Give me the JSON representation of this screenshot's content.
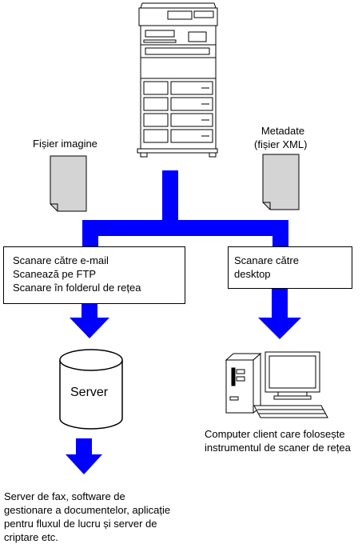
{
  "labels": {
    "image_file": "Fișier imagine",
    "metadata_line1": "Metadate",
    "metadata_line2": "(fișier XML)"
  },
  "left_box": {
    "lines": [
      "Scanare către e-mail",
      "Scanează pe FTP",
      "Scanare în folderul de rețea"
    ]
  },
  "right_box": {
    "lines": [
      "Scanare către",
      "desktop"
    ]
  },
  "server": {
    "label": "Server"
  },
  "client_caption": {
    "lines": [
      "Computer client care folosește",
      "instrumentul de scaner de rețea"
    ]
  },
  "bottom_caption": {
    "lines": [
      "Server de fax, software de",
      "gestionare a documentelor, aplicație",
      "pentru fluxul de lucru și server de",
      "criptare etc."
    ]
  },
  "colors": {
    "arrow_blue": "#0000ff",
    "doc_gray": "#d4d4d4",
    "outline": "#000000"
  },
  "icons": [
    "printer-icon",
    "document-icon",
    "database-icon",
    "computer-icon"
  ]
}
